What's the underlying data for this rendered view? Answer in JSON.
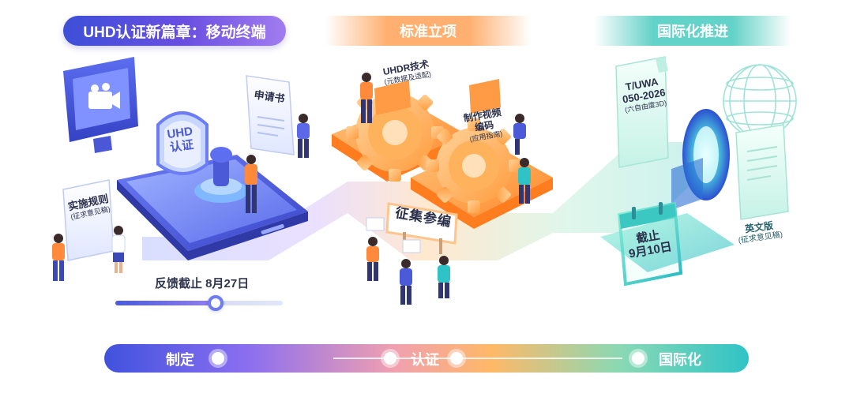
{
  "header": {
    "main_title": "UHD认证新篇章：移动终端",
    "stage2": "标准立项",
    "stage3": "国际化推进"
  },
  "left_section": {
    "badge_line1": "UHD",
    "badge_line2": "认证",
    "application_doc": "申请书",
    "rules_doc_title": "实施规则",
    "rules_doc_note": "(征求意见稿)",
    "feedback_deadline": "反馈截止 8月27日",
    "feedback_progress": 0.6
  },
  "middle_section": {
    "uhdr_title": "UHDR技术",
    "uhdr_note": "(元数据及适配)",
    "codec_title": "制作视频编码",
    "codec_note": "(应用指南)",
    "codec_full": "制作视频编码",
    "sign": "征集参编"
  },
  "right_section": {
    "standard_id_line1": "T/UWA",
    "standard_id_line2": "050-2026",
    "standard_note": "(六自由度3D)",
    "deadline_line1": "截止",
    "deadline_line2": "9月10日",
    "english_title": "英文版",
    "english_note": "(征求意见稿)"
  },
  "timeline": {
    "step1": "制定",
    "step2": "认证",
    "step3": "国际化"
  },
  "colors": {
    "primary_blue": "#3d4fd8",
    "purple": "#8a6ef0",
    "orange": "#ff9a3c",
    "teal": "#2fc3c6"
  }
}
